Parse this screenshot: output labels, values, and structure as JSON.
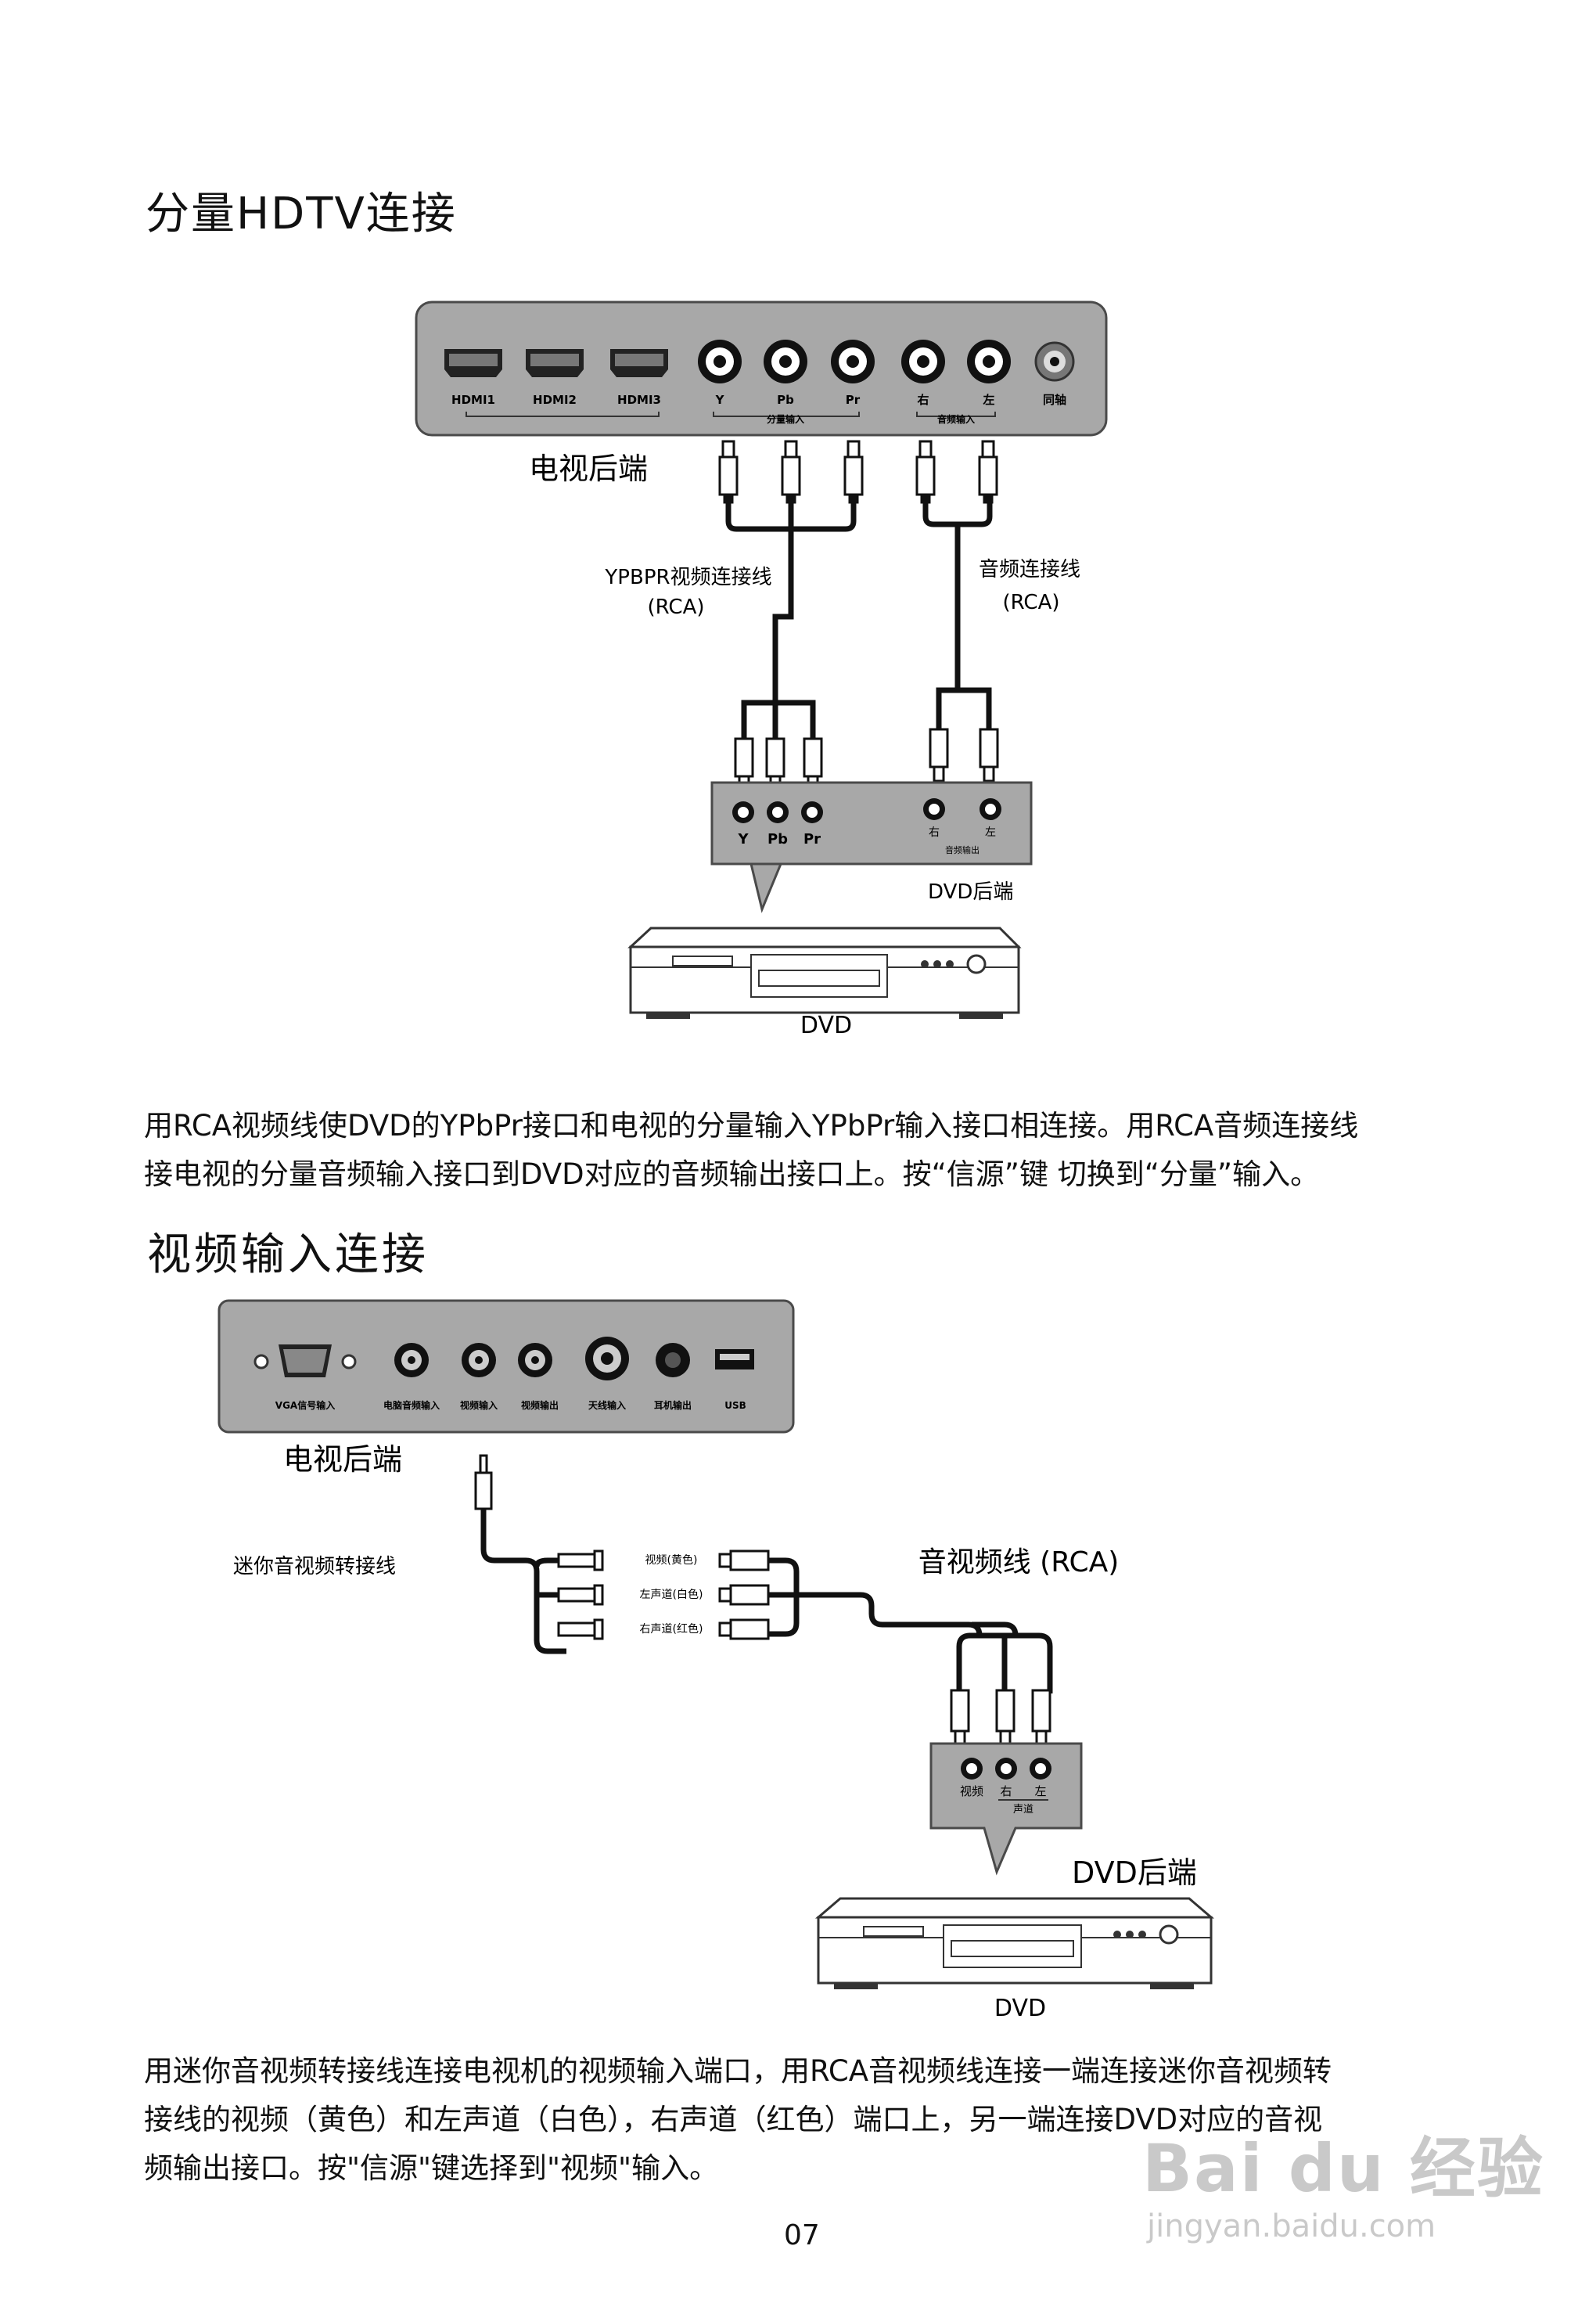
{
  "section1": {
    "title": "分量HDTV连接",
    "tv_ports": [
      "HDMI1",
      "HDMI2",
      "HDMI3",
      "Y",
      "Pb",
      "Pr",
      "右",
      "左",
      "同轴"
    ],
    "tv_group_component": "分量输入",
    "tv_group_audio": "音频输入",
    "tv_rear_label": "电视后端",
    "video_cable_label": "YPBPR视频连接线",
    "video_cable_sub": "(RCA)",
    "audio_cable_label": "音频连接线",
    "audio_cable_sub": "(RCA)",
    "dvd_ports": [
      "Y",
      "Pb",
      "Pr"
    ],
    "dvd_audio_ports": [
      "右",
      "左"
    ],
    "dvd_audio_group": "音频输出",
    "dvd_rear_label": "DVD后端",
    "dvd_label": "DVD",
    "description_line1": "用RCA视频线使DVD的YPbPr接口和电视的分量输入YPbPr输入接口相连接。用RCA音频连接线",
    "description_line2": "接电视的分量音频输入接口到DVD对应的音频输出接口上。按“信源”键 切换到“分量”输入。"
  },
  "section2": {
    "title": "视频输入连接",
    "tv_ports": [
      "VGA信号输入",
      "电脑音频输入",
      "视频输入",
      "视频输出",
      "天线输入",
      "耳机输出",
      "USB"
    ],
    "tv_rear_label": "电视后端",
    "mini_cable_label": "迷你音视频转接线",
    "av_cable_label": "音视频线 (RCA)",
    "plug_labels": [
      "视频(黄色)",
      "左声道(白色)",
      "右声道(红色)"
    ],
    "dvd_ports": [
      "视频",
      "右",
      "左"
    ],
    "dvd_audio_group": "声道",
    "dvd_rear_label": "DVD后端",
    "dvd_label": "DVD",
    "description_line1": "用迷你音视频转接线连接电视机的视频输入端口，用RCA音视频线连接一端连接迷你音视频转",
    "description_line2": "接线的视频（黄色）和左声道（白色），右声道（红色）端口上，另一端连接DVD对应的音视",
    "description_line3": "频输出接口。按\"信源\"键选择到\"视频\"输入。"
  },
  "page_number": "07",
  "watermark": {
    "brand": "Bai du 经验",
    "url": "jingyan.baidu.com"
  },
  "colors": {
    "panel": "#a8a8a8",
    "panel_border": "#4a4a4a",
    "cable": "#111111",
    "watermark": "#c9c9c9"
  }
}
